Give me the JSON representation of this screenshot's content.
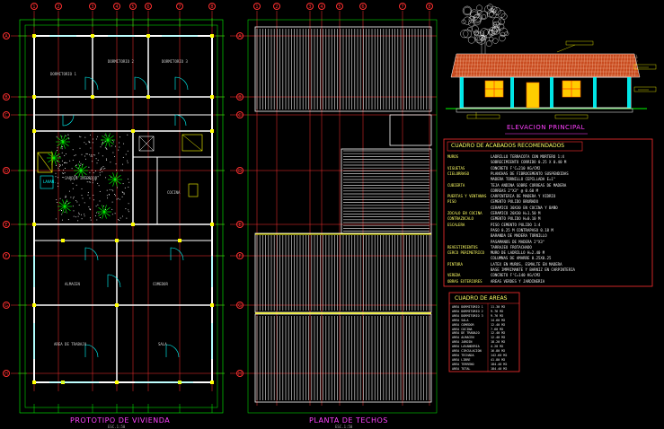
{
  "titles": {
    "plan": "PROTOTIPO DE VIVIENDA",
    "roof": "PLANTA DE TECHOS",
    "elevation": "ELEVACION PRINCIPAL",
    "plan_scale": "ESC.1:50",
    "roof_scale": "ESC.1:50"
  },
  "grid_letters": [
    "A",
    "B",
    "C",
    "D",
    "E",
    "F",
    "G",
    "H"
  ],
  "grid_numbers": [
    "1",
    "2",
    "3",
    "4",
    "5",
    "6",
    "7",
    "8"
  ],
  "rooms": {
    "bed1": "DORMITORIO 1",
    "bed2": "DORMITORIO 2",
    "bed3": "DORMITORIO 3",
    "patio": "JARDIN INTERIOR",
    "laundry": "LAVAN.",
    "kitchen": "COCINA",
    "living": "ALMACEN",
    "dining": "COMEDOR",
    "work": "AREA DE TRABAJO",
    "sala": "SALA"
  },
  "finishes": {
    "title": "CUADRO DE ACABADOS RECOMENDADOS",
    "rows": [
      {
        "k": "MUROS",
        "v": "LADRILLO TERRACOTA CON MORTERO 1:4"
      },
      {
        "k": "",
        "v": "SOBRECIMIENTO CORRIDO 0.25 X 0.40 M"
      },
      {
        "k": "VIGUETAS",
        "v": "CONCRETO F'C=210 KG/CM2"
      },
      {
        "k": "CIELORRASO",
        "v": "PLANCHAS DE FIBROCEMENTO SUSPENDIDAS"
      },
      {
        "k": "",
        "v": "MADERA TORNILLO CEPILLADA E=1\""
      },
      {
        "k": "CUBIERTA",
        "v": "TEJA ANDINA SOBRE CORREAS DE MADERA"
      },
      {
        "k": "",
        "v": "CORREAS 2\"X3\" @ 0.60 M"
      },
      {
        "k": "PUERTAS Y VENTANAS",
        "v": "CARPINTERIA DE MADERA Y VIDRIO"
      },
      {
        "k": "PISO",
        "v": "CEMENTO PULIDO BRUÑADO"
      },
      {
        "k": "",
        "v": "CERAMICO 30X30 EN COCINA Y BAÑO"
      },
      {
        "k": "ZOCALO EN COCINA",
        "v": "CERAMICO 20X30 H=1.50 M"
      },
      {
        "k": "CONTRAZOCALO",
        "v": "CEMENTO PULIDO H=0.10 M"
      },
      {
        "k": "ESCALERA",
        "v": "PISO CEMENTO PULIDO 1:4"
      },
      {
        "k": "",
        "v": "PASO 0.25 M CONTRAPASO 0.18 M"
      },
      {
        "k": "",
        "v": "BARANDA DE MADERA TORNILLO"
      },
      {
        "k": "",
        "v": "PASAMANOS DE MADERA 2\"X3\""
      },
      {
        "k": "REVESTIMIENTOS",
        "v": "TARRAJEO FROTACHADO"
      },
      {
        "k": "CERCO PERIMETRICO",
        "v": "MURO DE LADRILLO H=2.40 M"
      },
      {
        "k": "",
        "v": "COLUMNAS DE AMARRE 0.25X0.25"
      },
      {
        "k": "PINTURA",
        "v": "LATEX EN MUROS, ESMALTE EN MADERA"
      },
      {
        "k": "",
        "v": "BASE IMPRIMANTE Y BARNIZ EN CARPINTERIA"
      },
      {
        "k": "VEREDA",
        "v": "CONCRETO F'C=140 KG/CM2"
      },
      {
        "k": "OBRAS EXTERIORES",
        "v": "AREAS VERDES Y JARDINERIA"
      }
    ]
  },
  "areas": {
    "title": "CUADRO DE AREAS",
    "rows": [
      {
        "k": "AREA DORMITORIO 1",
        "v": "11.30 M2"
      },
      {
        "k": "AREA DORMITORIO 2",
        "v": "9.76 M2"
      },
      {
        "k": "AREA DORMITORIO 3",
        "v": "9.76 M2"
      },
      {
        "k": "AREA SALA",
        "v": "14.60 M2"
      },
      {
        "k": "AREA COMEDOR",
        "v": "12.40 M2"
      },
      {
        "k": "AREA COCINA",
        "v": "7.60 M2"
      },
      {
        "k": "AREA DE TRABAJO",
        "v": "12.40 M2"
      },
      {
        "k": "AREA ALMACEN",
        "v": "12.40 M2"
      },
      {
        "k": "AREA JARDIN",
        "v": "18.20 M2"
      },
      {
        "k": "AREA LAVANDERIA",
        "v": "4.20 M2"
      },
      {
        "k": "AREA CIRCULACION",
        "v": "16.80 M2"
      },
      {
        "k": "AREA TECHADA",
        "v": "142.60 M2"
      },
      {
        "k": "AREA LIBRE",
        "v": "41.80 M2"
      },
      {
        "k": "AREA TERRENO",
        "v": "184.40 M2"
      },
      {
        "k": "AREA TOTAL",
        "v": "184.40 M2"
      }
    ]
  },
  "colors": {
    "wall": "#ffffff",
    "grid": "#ff3030",
    "dim": "#00ff00",
    "cyan": "#00ffff",
    "yellow": "#ffff00",
    "magenta": "#ff40ff",
    "roof_tile": "#d0d0d0",
    "elev_roof": "#c84a1e"
  }
}
